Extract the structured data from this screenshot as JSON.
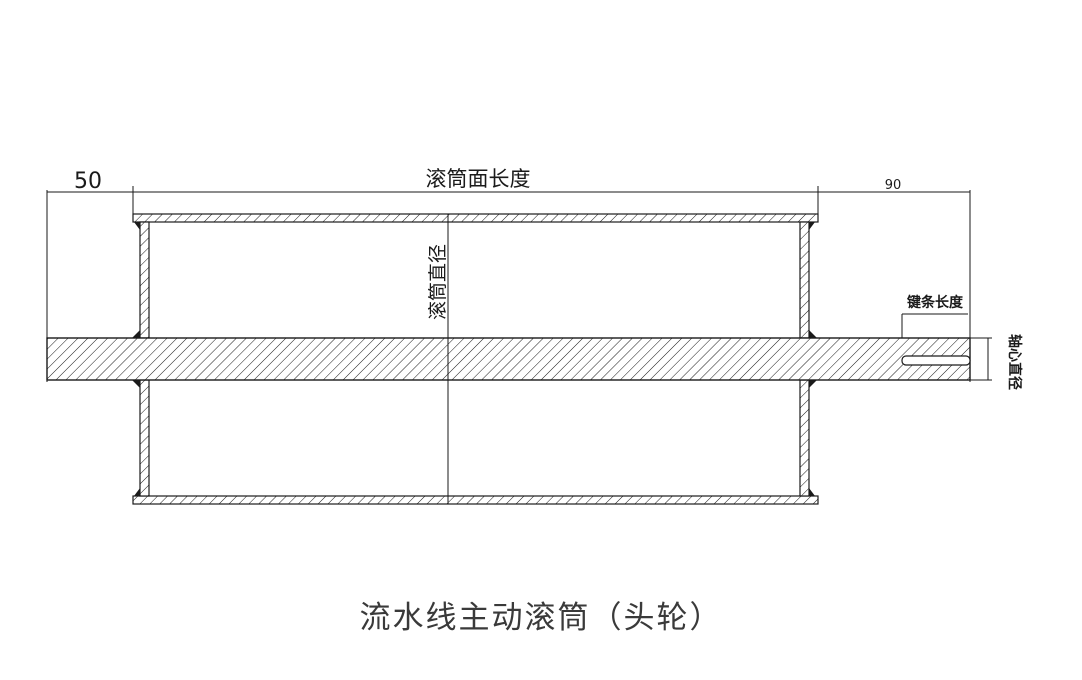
{
  "drawing": {
    "dim_left": "50",
    "dim_drum_length": "滚筒面长度",
    "dim_right": "90",
    "drum_diameter": "滚筒直径",
    "key_length": "键条长度",
    "shaft_diameter": "轴心直径"
  },
  "caption": "流水线主动滚筒（头轮）",
  "colors": {
    "line": "#1a1a1a",
    "background": "#ffffff"
  }
}
